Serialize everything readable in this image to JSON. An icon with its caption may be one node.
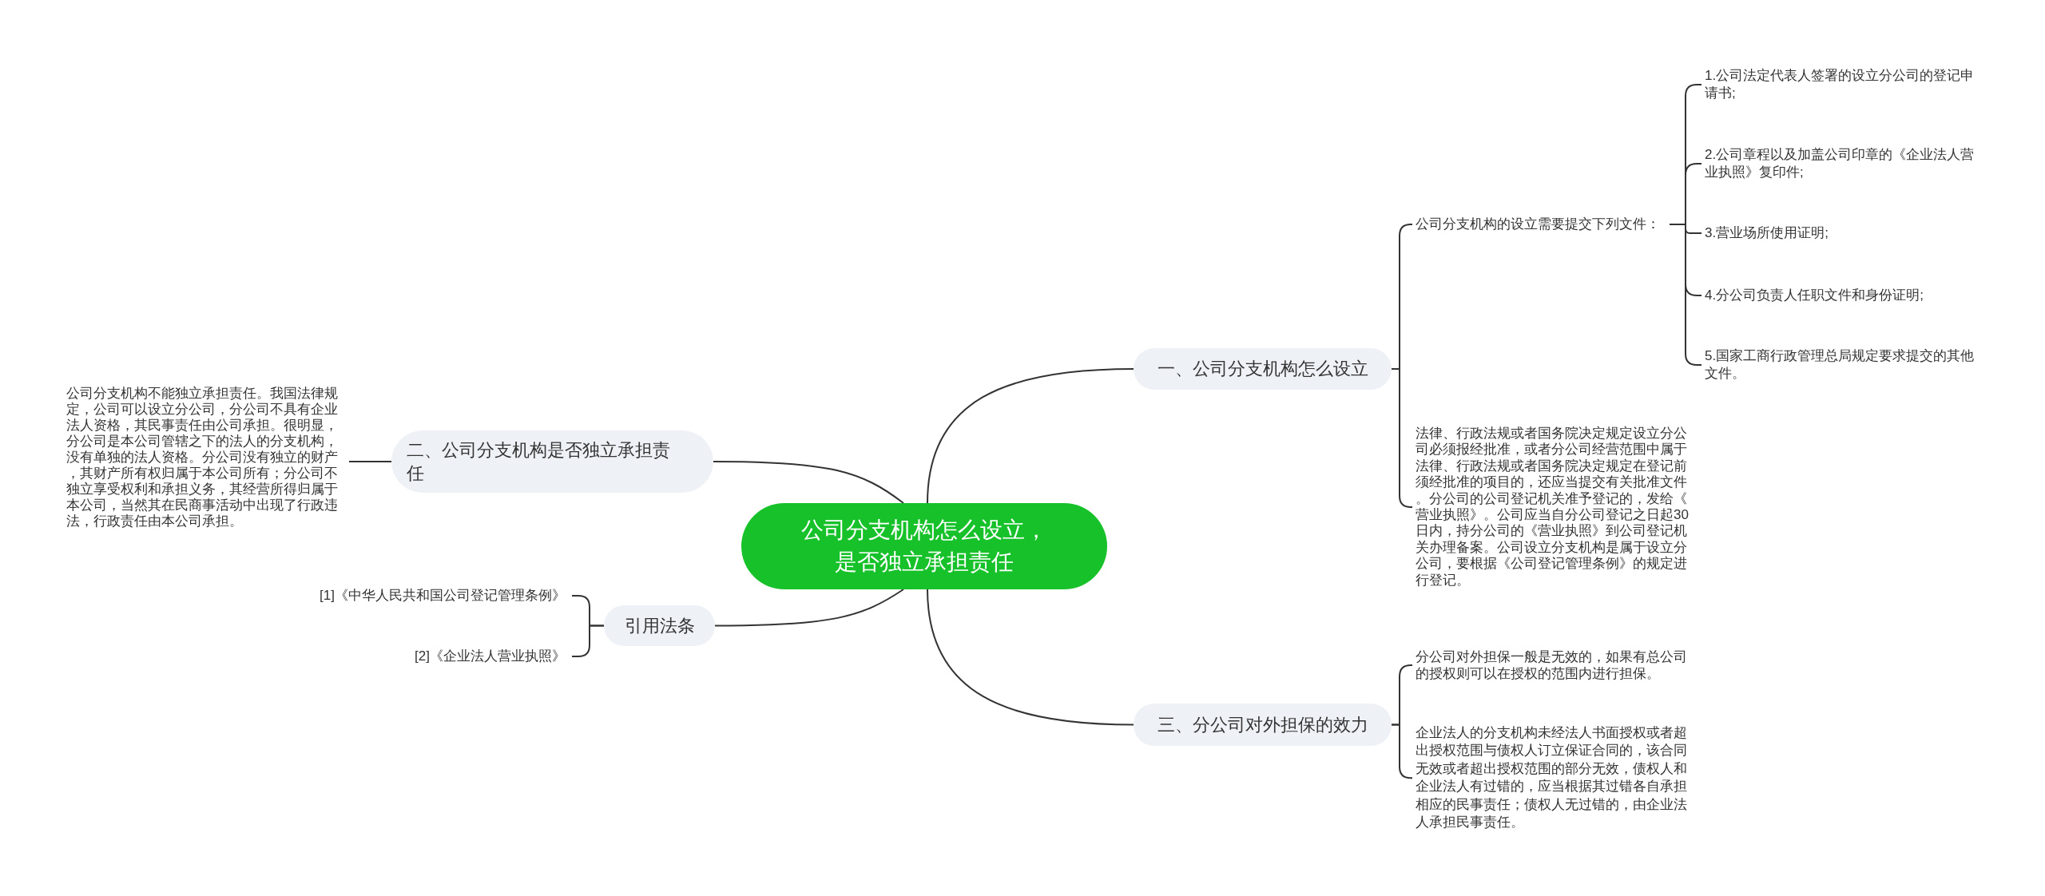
{
  "diagram": {
    "nodes": [
      {
        "text": [
          "公司分支机构怎么设立，是否独立承担责任"
        ]
      },
      {
        "text": [
          "一、公司分支机构怎么设立"
        ]
      },
      {
        "text": [
          "公司分支机构的设立需要提交下列文件："
        ]
      },
      {
        "text": [
          "1.公司法定代表人签署的设立分公司的登记申请书;"
        ]
      },
      {
        "text": [
          "2.公司章程以及加盖公司印章的《企业法人营业执照》复印件;"
        ]
      },
      {
        "text": [
          "3.营业场所使用证明;"
        ]
      },
      {
        "text": [
          "4.分公司负责人任职文件和身份证明;"
        ]
      },
      {
        "text": [
          "5.国家工商行政管理总局规定要求提交的其他文件。"
        ]
      },
      {
        "text": [
          "法律、行政法规或者国务院决定规定设立分公司必须报经批准，或者分公司经营范围中属于法律、行政法规或者国务院决定规定在登记前须经批准的项目的，还应当提交有关批准文件。分公司的公司登记机关准予登记的，发给《营业执照》。公司应当自分公司登记之日起30日内，持分公司的《营业执照》到公司登记机关办理备案。公司设立分支机构是属于设立分公司，要根据《公司登记管理条例》的规定进行登记。"
        ]
      },
      {
        "text": [
          "二、公司分支机构是否独立承担责任"
        ]
      },
      {
        "text": [
          "公司分支机构不能独立承担责任。我国法律规定，公司可以设立分公司，分公司不具有企业法人资格，其民事责任由公司承担。很明显，分公司是本公司管辖之下的法人的分支机构，没有单独的法人资格。分公司没有独立的财产，其财产所有权归属于本公司所有；分公司不独立享受权利和承担义务，其经营所得归属于本公司，当然其在民商事活动中出现了行政违法，行政责任由本公司承担。"
        ]
      },
      {
        "text": [
          "引用法条"
        ]
      },
      {
        "text": [
          "[1]《中华人民共和国公司登记管理条例》"
        ]
      },
      {
        "text": [
          "[2]《企业法人营业执照》"
        ]
      },
      {
        "text": [
          "三、分公司对外担保的效力"
        ]
      },
      {
        "text": [
          "分公司对外担保一般是无效的，如果有总公司的授权则可以在授权的范围内进行担保。"
        ]
      },
      {
        "text": [
          "企业法人的分支机构未经法人书面授权或者超出授权范围与债权人订立保证合同的，该合同无效或者超出授权范围的部分无效，债权人和企业法人有过错的，应当根据其过错各自承担相应的民事责任；债权人无过错的，由企业法人承担民事责任。"
        ]
      }
    ],
    "edges": [
      {
        "from": 0,
        "to": 1,
        "arrow": "none"
      },
      {
        "from": 1,
        "to": 2,
        "arrow": "none"
      },
      {
        "from": 2,
        "to": 3,
        "arrow": "none"
      },
      {
        "from": 2,
        "to": 4,
        "arrow": "none"
      },
      {
        "from": 2,
        "to": 5,
        "arrow": "none"
      },
      {
        "from": 2,
        "to": 6,
        "arrow": "none"
      },
      {
        "from": 2,
        "to": 7,
        "arrow": "none"
      },
      {
        "from": 1,
        "to": 8,
        "arrow": "none"
      },
      {
        "from": 0,
        "to": 9,
        "arrow": "none"
      },
      {
        "from": 9,
        "to": 10,
        "arrow": "none"
      },
      {
        "from": 0,
        "to": 11,
        "arrow": "none"
      },
      {
        "from": 11,
        "to": 12,
        "arrow": "none"
      },
      {
        "from": 11,
        "to": 13,
        "arrow": "none"
      },
      {
        "from": 0,
        "to": 14,
        "arrow": "none"
      },
      {
        "from": 14,
        "to": 15,
        "arrow": "none"
      },
      {
        "from": 14,
        "to": 16,
        "arrow": "none"
      }
    ]
  }
}
